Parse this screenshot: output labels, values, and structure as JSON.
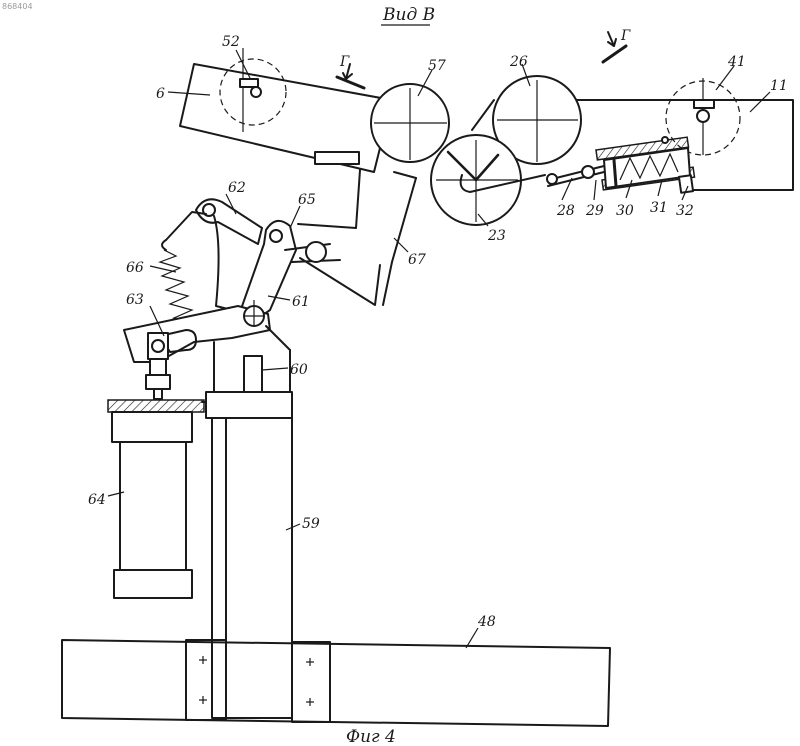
{
  "corner_code": "868404",
  "view_title": "Вид В",
  "section_marks": {
    "left": "Г",
    "right": "Г"
  },
  "figure_caption": "Фиг 4",
  "labels": {
    "l52": "52",
    "l6": "6",
    "l57": "57",
    "l26": "26",
    "l41": "41",
    "l11": "11",
    "l23": "23",
    "l28": "28",
    "l29": "29",
    "l30": "30",
    "l31": "31",
    "l32": "32",
    "l62": "62",
    "l65": "65",
    "l67": "67",
    "l66": "66",
    "l63": "63",
    "l61": "61",
    "l60": "60",
    "l64": "64",
    "l59": "59",
    "l48": "48"
  }
}
